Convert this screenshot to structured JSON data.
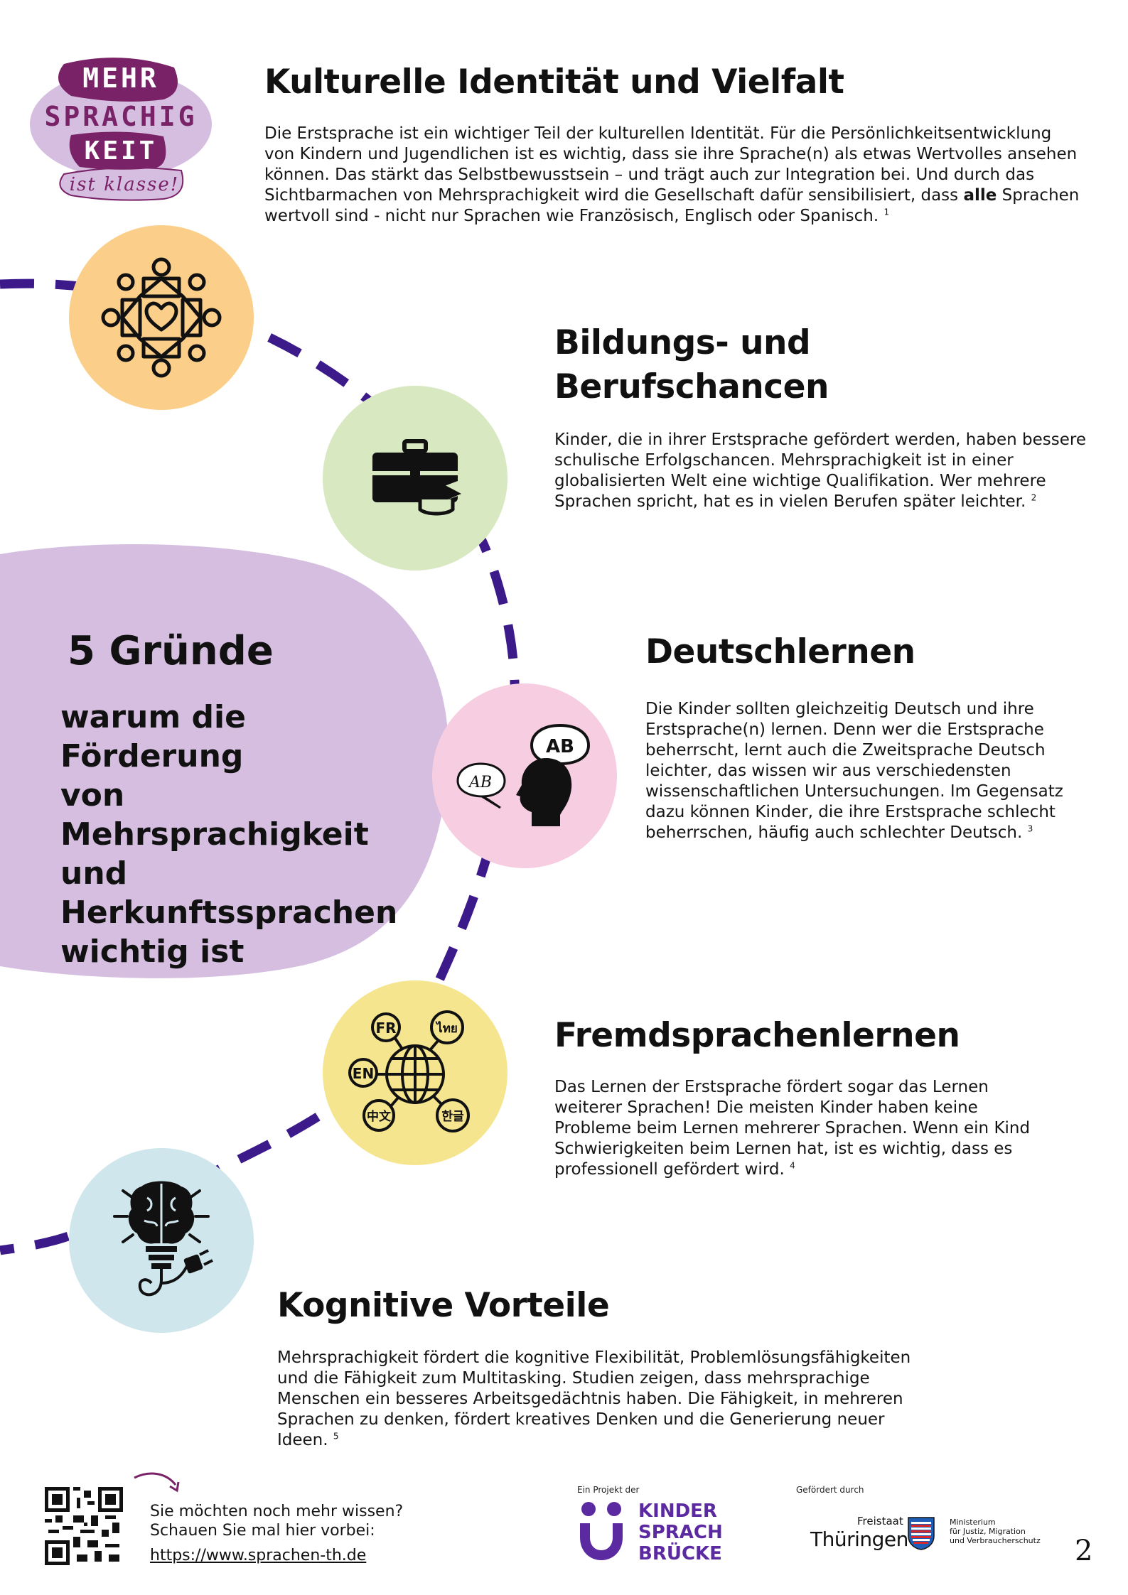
{
  "logo": {
    "line1": "MEHR",
    "line2": "SPRACHIG",
    "line3": "KEIT",
    "line4": "ist klasse!"
  },
  "sections": [
    {
      "title": "Kulturelle Identität und Vielfalt",
      "text_before_bold": "Die Erstsprache ist ein wichtiger Teil der kulturellen Identität. Für die Persönlichkeitsentwicklung von Kindern und Jugendlichen ist es wichtig, dass sie ihre Sprache(n) als etwas Wertvolles ansehen können. Das stärkt das Selbstbewusstsein – und trägt auch zur Integration bei. Und durch das Sichtbarmachen von Mehrsprachigkeit wird die Gesellschaft dafür sensibilisiert, dass",
      "bold": "alle",
      "text_after_bold": "Sprachen wertvoll sind - nicht nur Sprachen wie Französisch, Englisch oder Spanisch.",
      "footnote": "1",
      "icon": "community-heart-icon",
      "color": "#fbcf8a"
    },
    {
      "title": "Bildungs- und Berufschancen",
      "text": "Kinder, die in ihrer Erstsprache gefördert werden, haben bessere schulische Erfolgschancen. Mehrsprachigkeit ist in einer globalisierten Welt eine wichtige Qualifikation. Wer mehrere Sprachen spricht, hat es in vielen Berufen später leichter.",
      "footnote": "2",
      "icon": "briefcase-graduation-icon",
      "color": "#d8e8c1"
    },
    {
      "title": "Deutschlernen",
      "text": "Die Kinder sollten gleichzeitig Deutsch und ihre Erstsprache(n) lernen. Denn wer die Erstsprache beherrscht, lernt auch die Zweitsprache Deutsch leichter, das wissen wir aus verschiedensten wissenschaftlichen Untersuchungen. Im Gegensatz dazu können Kinder, die ihre Erstsprache schlecht beherrschen, häufig auch schlechter Deutsch.",
      "footnote": "3",
      "icon": "speaking-head-icon",
      "color": "#f6cde1",
      "bubble_left": "AB",
      "bubble_right": "AB"
    },
    {
      "title": "Fremdsprachenlernen",
      "text": "Das Lernen der Erstsprache fördert sogar das Lernen weiterer Sprachen! Die meisten Kinder haben keine Probleme beim Lernen mehrerer Sprachen. Wenn ein Kind Schwierigkeiten beim Lernen hat, ist es wichtig, dass es professionell gefördert wird.",
      "footnote": "4",
      "icon": "globe-languages-icon",
      "color": "#f6e58f",
      "langs": [
        "FR",
        "ไทย",
        "EN",
        "中文",
        "한글"
      ]
    },
    {
      "title": "Kognitive Vorteile",
      "text": "Mehrsprachigkeit fördert die kognitive Flexibilität, Problemlösungsfähigkeiten und die Fähigkeit zum Multitasking. Studien zeigen, dass mehrsprachige Menschen ein besseres Arbeitsgedächtnis haben. Die Fähigkeit, in mehreren Sprachen zu denken, fördert kreatives Denken und die Generierung neuer Ideen.",
      "footnote": "5",
      "icon": "brain-bulb-icon",
      "color": "#cfe6ec"
    }
  ],
  "blob": {
    "number_title": "5 Gründe",
    "subtitle_lines": [
      "warum die Förderung",
      "von Mehrsprachigkeit",
      "und",
      "Herkunftssprachen",
      "wichtig ist"
    ],
    "color": "#d5bedf"
  },
  "footer": {
    "more_line1": "Sie möchten noch mehr wissen?",
    "more_line2": "Schauen Sie mal hier vorbei:",
    "link": "https://www.sprachen-th.de",
    "project_label": "Ein Projekt der",
    "project_name_1": "KINDER",
    "project_name_2": "SPRACH",
    "project_name_3": "BRÜCKE",
    "funded_label": "Gefördert durch",
    "state_small": "Freistaat",
    "state": "Thüringen",
    "ministry_1": "Ministerium",
    "ministry_2": "für Justiz, Migration",
    "ministry_3": "und Verbraucherschutz",
    "page_number": "2"
  },
  "colors": {
    "path": "#3d1a8a",
    "logo_purple": "#7a2268",
    "logo_lilac": "#d5bedf",
    "brand_purple": "#5b2aa0"
  }
}
